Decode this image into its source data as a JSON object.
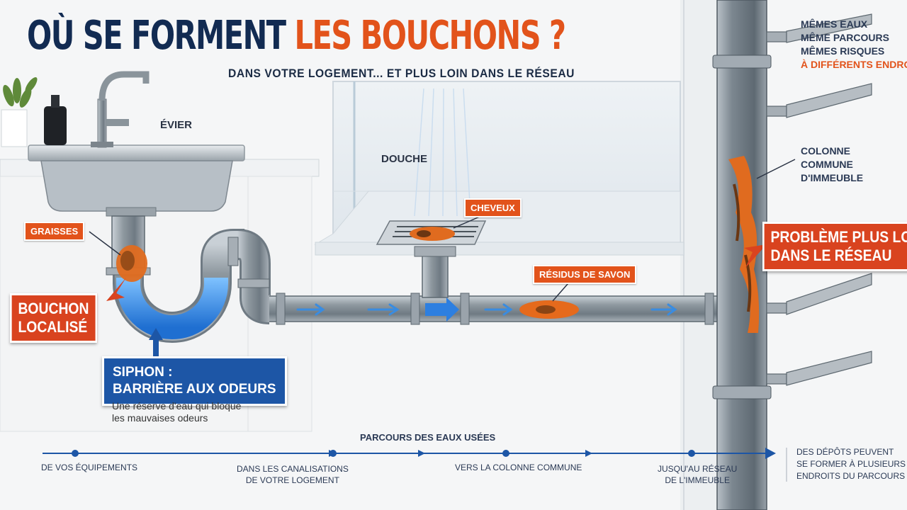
{
  "title": {
    "part1": "OÙ SE FORMENT",
    "part2": "LES BOUCHONS ?"
  },
  "subtitle": "DANS VOTRE LOGEMENT... ET PLUS LOIN DANS LE RÉSEAU",
  "fixtures": {
    "sink": "ÉVIER",
    "shower": "DOUCHE"
  },
  "deposits": {
    "grease": "GRAISSES",
    "hair": "CHEVEUX",
    "soap": "RÉSIDUS DE SAVON"
  },
  "blockage_local": {
    "line1": "BOUCHON",
    "line2": "LOCALISÉ"
  },
  "siphon": {
    "line1": "SIPHON :",
    "line2": "BARRIÈRE AUX ODEURS",
    "note1": "Une réserve d'eau qui bloque",
    "note2": "les mauvaises odeurs"
  },
  "column": {
    "line1": "COLONNE",
    "line2": "COMMUNE",
    "line3": "D'IMMEUBLE"
  },
  "network_problem": {
    "line1": "PROBLÈME PLUS LOIN",
    "line2": "DANS LE RÉSEAU"
  },
  "side_text": {
    "line1": "MÊMES EAUX",
    "line2": "MÊME PARCOURS",
    "line3": "MÊMES RISQUES",
    "line4": "À DIFFÉRENTS ENDROITS"
  },
  "timeline": {
    "title": "PARCOURS DES EAUX USÉES",
    "steps": [
      {
        "line1": "DE VOS ÉQUIPEMENTS",
        "line2": ""
      },
      {
        "line1": "DANS LES CANALISATIONS",
        "line2": "DE VOTRE LOGEMENT"
      },
      {
        "line1": "VERS LA COLONNE COMMUNE",
        "line2": ""
      },
      {
        "line1": "JUSQU'AU RÉSEAU",
        "line2": "DE L'IMMEUBLE"
      }
    ],
    "end_note": {
      "line1": "DES DÉPÔTS PEUVENT",
      "line2": "SE FORMER À PLUSIEURS",
      "line3": "ENDROITS DU PARCOURS"
    }
  },
  "colors": {
    "navy": "#122b52",
    "orange": "#e2531b",
    "blue": "#1d56a6",
    "pipe": "#8a949e",
    "water": "#3a8ce0"
  }
}
